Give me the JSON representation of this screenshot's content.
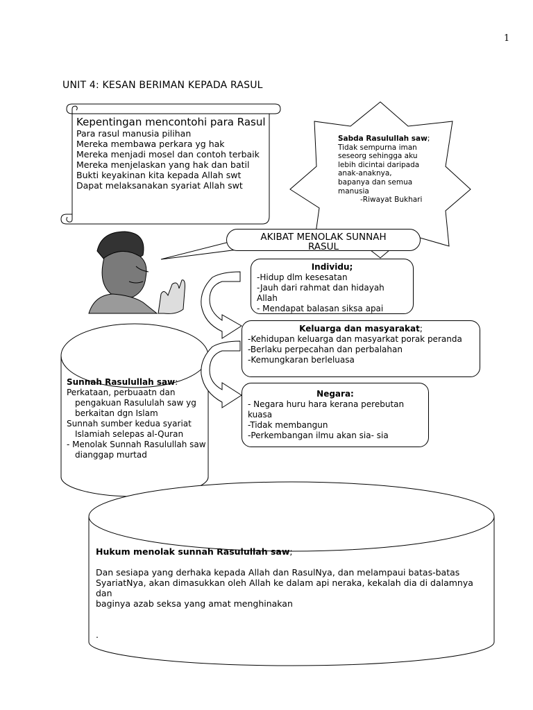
{
  "page_number": "1",
  "title": "UNIT 4: KESAN BERIMAN KEPADA RASUL",
  "scroll": {
    "heading": "Kepentingan mencontohi para Rasul",
    "lines": [
      "Para rasul manusia pilihan",
      "Mereka membawa perkara yg hak",
      "Mereka menjadi mosel dan contoh terbaik",
      "Mereka menjelaskan yang hak dan batil",
      "Bukti keyakinan kita kepada Allah swt",
      "Dapat melaksanakan syariat Allah swt"
    ]
  },
  "star": {
    "heading_bold": "Sabda Rasulullah saw",
    "heading_suffix": ";",
    "lines": [
      "Tidak sempurna iman",
      "seseorg sehingga aku",
      "lebih dicintai daripada",
      "anak-anaknya,",
      "bapanya dan semua",
      "manusia"
    ],
    "source": "-Riwayat Bukhari"
  },
  "akibat": {
    "line1": "AKIBAT MENOLAK SUNNAH",
    "line2": "RASUL"
  },
  "individu": {
    "heading": "Individu;",
    "lines": [
      "-Hidup dlm kesesatan",
      "-Jauh dari rahmat dan hidayah Allah",
      "- Mendapat balasan siksa apai"
    ]
  },
  "keluarga": {
    "heading_bold": "Keluarga dan masyarakat",
    "heading_suffix": ";",
    "lines": [
      "-Kehidupan keluarga dan masyarkat porak peranda",
      "-Berlaku perpecahan dan perbalahan",
      "-Kemungkaran berleluasa"
    ]
  },
  "negara": {
    "heading": "Negara:",
    "lines": [
      "- Negara huru hara kerana perebutan kuasa",
      "-Tidak membangun",
      "-Perkembangan ilmu akan sia- sia"
    ]
  },
  "sunnah": {
    "heading_bold": "Sunnah Rasulullah saw",
    "heading_suffix": ":",
    "lines": [
      "Perkataan, perbuaatn dan",
      "pengakuan Rasululah saw yg",
      "berkaitan dgn Islam",
      "Sunnah sumber kedua  syariat",
      "Islamiah selepas al-Quran",
      "-  Menolak Sunnah Rasulullah saw",
      "dianggap murtad"
    ]
  },
  "hukum": {
    "heading_bold": "Hukum menolak sunnah Rasulullah saw",
    "heading_suffix": ";",
    "body": "Dan sesiapa yang derhaka kepada Allah dan RasulNya, dan melampaui batas-batas SyariatNya, akan dimasukkan oleh Allah ke dalam api neraka, kekalah dia di dalamnya dan",
    "body2": "baginya azab seksa yang amat menghinakan",
    "end": "."
  }
}
